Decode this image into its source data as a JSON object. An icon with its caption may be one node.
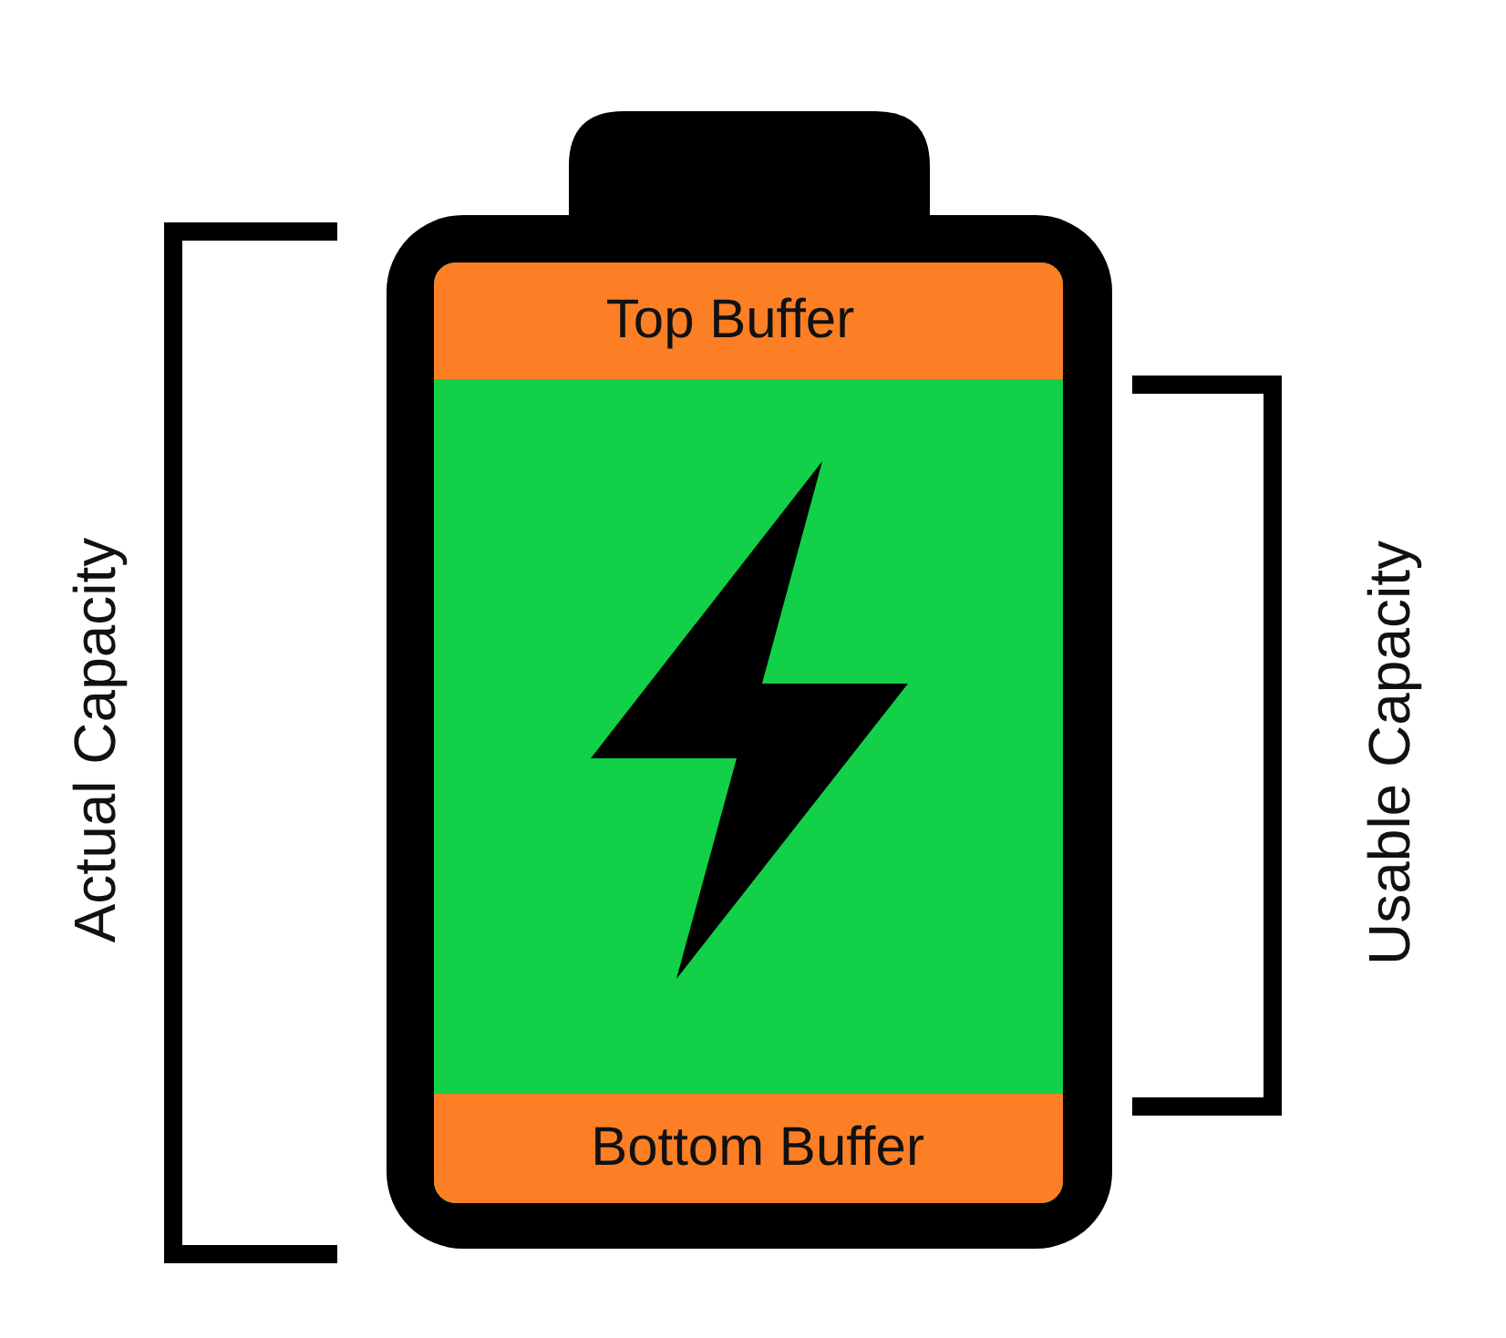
{
  "diagram": {
    "nodes": [
      {
        "text": [
          "Top Buffer"
        ]
      },
      {
        "text": [
          "Bottom Buffer"
        ]
      }
    ],
    "labels": [
      "Actual Capacity",
      "Usable Capacity"
    ]
  }
}
